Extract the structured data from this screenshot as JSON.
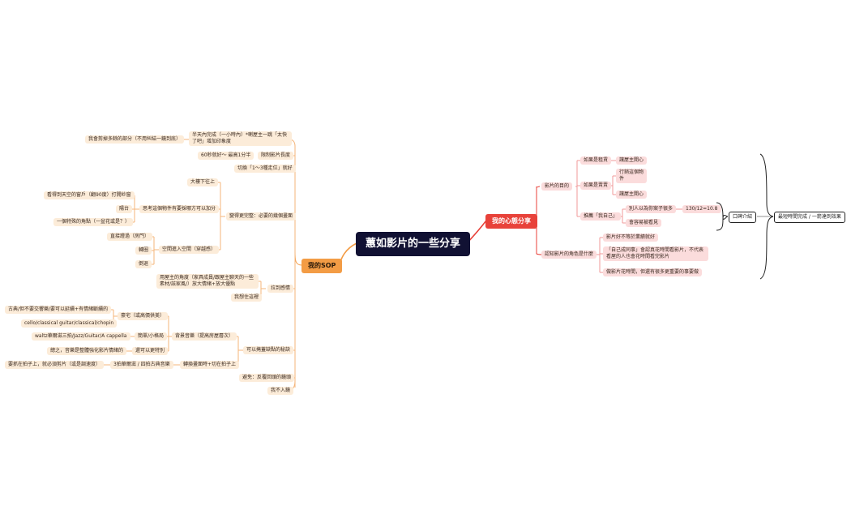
{
  "root": {
    "title": "蕙如影片的一些分享"
  },
  "sop": {
    "label": "我的SOP",
    "items": {
      "s1": "半天內完成（一小時內）*喇屋主一跳「太快了吧」增加印象度",
      "s1a": "我會剪掉多餘的部分（不用糾結一鏡到底）",
      "s2": "限制影片長度",
      "s2a": "60秒就好～ 最高1分半",
      "s3": "切換「1～3種走位」就好",
      "s4": "變得更完整：必要的幾個畫面",
      "s4a": "大樓下往上",
      "s4b": "思考這個物件有要採哪方可以加分",
      "s4b1": "看得到天空的窗戶（翻90度）打開紗窗",
      "s4b2": "陽台",
      "s4b3": "一個特殊的角點（一盆花或是？）",
      "s4c": "空間進入空間（穿越感）",
      "s4c1": "直接蹬過（房門）",
      "s4c2": "轉圈",
      "s4c3": "倒退",
      "s5": "拉到感情",
      "s5a": "用屋主的角度（家具成員/跟屋主聊天的一些素材/該家風/）放大情緒+放大優點",
      "s5b": "我想住這裡",
      "s6": "可以掩蓋缺點的秘訣",
      "s6a": "背景音樂（提高房屋層次）",
      "s6a1": "豪宅（或高價供美）",
      "s6a1a": "古典/但不要交響樂/要可以延續+有情緒斷續的",
      "s6a1b": "cello/classical guitar/classical/chopin",
      "s6a2": "簡單/小格局",
      "s6a2a": "waltz華爾滋三拍/Jazz/Guitar/A cappella",
      "s6a3": "還可以更特別",
      "s6a3a": "總之，音樂是整體強化影片情緒的",
      "s6b": "轉換畫面時+切在拍子上",
      "s6b1": "3拍華爾滋 / 四拍古典音樂",
      "s6b1a": "要抓在拍子上，就必須剪片（或是調速度）",
      "s7": "避免：反覆回頭的鏡頭",
      "s8": "我不入鏡"
    }
  },
  "share": {
    "label": "我的心態分享",
    "items": {
      "r1": "影片的目的",
      "r1a": "如果是租賃",
      "r1a1": "讓屋主開心",
      "r1b": "如果是賣賣",
      "r1b1": "行銷這個物件",
      "r1b2": "讓屋主開心",
      "r1c": "推薦「我自己」",
      "r1c1": "別人以為你案子很多",
      "r1c1a": "130/12=10.8",
      "r1c2": "會容易被看見",
      "r2": "認知影片的角色是什麼",
      "r2a": "影片好不等於業績就好",
      "r2b": "「自己成同事」會認真花時間看影片，不代表看屋的人也會花時間看完影片",
      "r2c": "做影片花時間，但還有很多更重要的事要做",
      "tag1": "口碑介紹",
      "tag2": "最短時間完成 / 一箭達到效果"
    }
  },
  "colors": {
    "left_branch": "#f39c45",
    "right_branch": "#e8423a",
    "left_node": "#fcecd9",
    "right_node": "#fbdcdc",
    "root": "#111133"
  }
}
